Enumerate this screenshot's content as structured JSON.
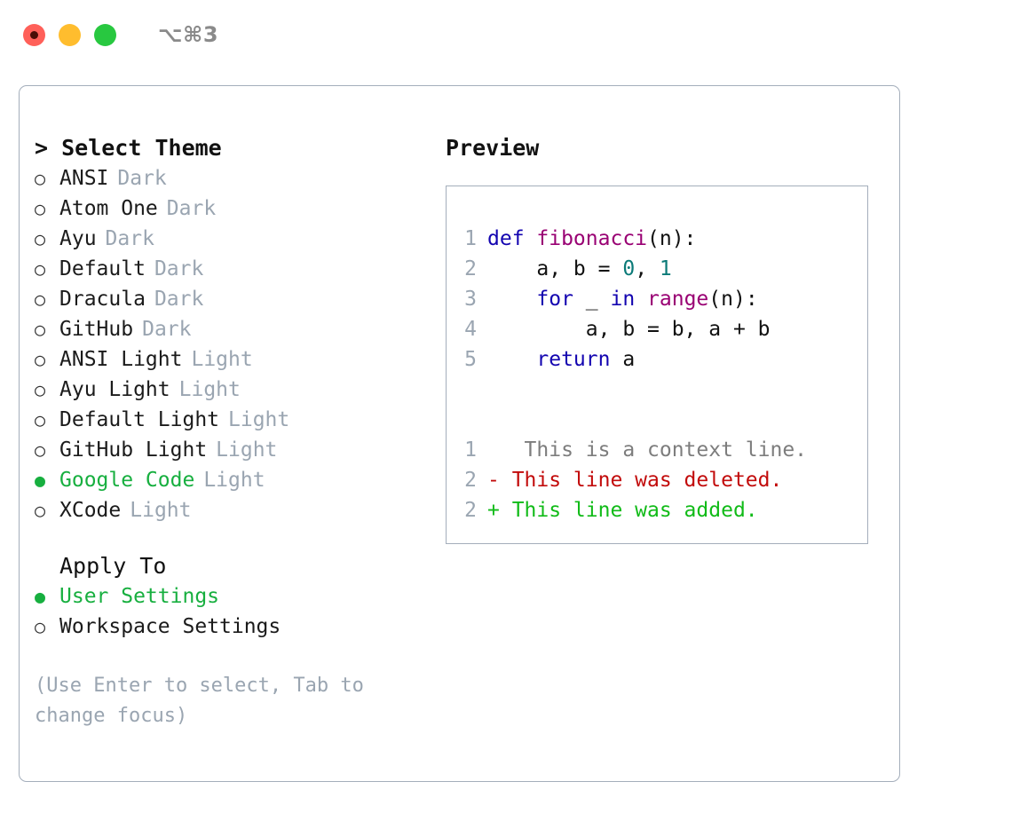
{
  "titlebar": {
    "shortcut": "⌥⌘3",
    "buttons": [
      {
        "name": "close",
        "color": "#ff6059"
      },
      {
        "name": "minimize",
        "color": "#ffbd2e"
      },
      {
        "name": "zoom",
        "color": "#28c840"
      }
    ]
  },
  "theme_picker": {
    "heading": "> Select Theme",
    "bullet_selected": "●",
    "bullet_unselected": "○",
    "options": [
      {
        "label": "ANSI",
        "tag": "Dark",
        "selected": false
      },
      {
        "label": "Atom One",
        "tag": "Dark",
        "selected": false
      },
      {
        "label": "Ayu",
        "tag": "Dark",
        "selected": false
      },
      {
        "label": "Default",
        "tag": "Dark",
        "selected": false
      },
      {
        "label": "Dracula",
        "tag": "Dark",
        "selected": false
      },
      {
        "label": "GitHub",
        "tag": "Dark",
        "selected": false
      },
      {
        "label": "ANSI Light",
        "tag": "Light",
        "selected": false
      },
      {
        "label": "Ayu Light",
        "tag": "Light",
        "selected": false
      },
      {
        "label": "Default Light",
        "tag": "Light",
        "selected": false
      },
      {
        "label": "GitHub Light",
        "tag": "Light",
        "selected": false
      },
      {
        "label": "Google Code",
        "tag": "Light",
        "selected": true
      },
      {
        "label": "XCode",
        "tag": "Light",
        "selected": false
      }
    ]
  },
  "apply_to": {
    "heading": "Apply To",
    "options": [
      {
        "label": "User Settings",
        "selected": true
      },
      {
        "label": "Workspace Settings",
        "selected": false
      }
    ]
  },
  "hint": "(Use Enter to select, Tab to\nchange focus)",
  "preview": {
    "heading": "Preview",
    "code_lines": [
      {
        "num": "1",
        "tokens": [
          {
            "text": "def ",
            "type": "kw"
          },
          {
            "text": "fibonacci",
            "type": "fn"
          },
          {
            "text": "(n):",
            "type": "pl"
          }
        ]
      },
      {
        "num": "2",
        "tokens": [
          {
            "text": "    a, b = ",
            "type": "pl"
          },
          {
            "text": "0",
            "type": "num"
          },
          {
            "text": ", ",
            "type": "pl"
          },
          {
            "text": "1",
            "type": "num"
          }
        ]
      },
      {
        "num": "3",
        "tokens": [
          {
            "text": "    ",
            "type": "pl"
          },
          {
            "text": "for",
            "type": "kw"
          },
          {
            "text": " _ ",
            "type": "pl"
          },
          {
            "text": "in",
            "type": "kw"
          },
          {
            "text": " ",
            "type": "pl"
          },
          {
            "text": "range",
            "type": "fn"
          },
          {
            "text": "(n):",
            "type": "pl"
          }
        ]
      },
      {
        "num": "4",
        "tokens": [
          {
            "text": "        a, b = b, a + b",
            "type": "pl"
          }
        ]
      },
      {
        "num": "5",
        "tokens": [
          {
            "text": "    ",
            "type": "pl"
          },
          {
            "text": "return",
            "type": "kw"
          },
          {
            "text": " a",
            "type": "pl"
          }
        ]
      }
    ],
    "diff_lines": [
      {
        "num": "1",
        "marker": " ",
        "text": "  This is a context line.",
        "kind": "ctx"
      },
      {
        "num": "2",
        "marker": "-",
        "text": " This line was deleted.",
        "kind": "del"
      },
      {
        "num": "2",
        "marker": "+",
        "text": " This line was added.",
        "kind": "add"
      }
    ]
  },
  "colors": {
    "panel_border": "#a4aebb",
    "accent_green": "#17af3f",
    "muted": "#9aa5b1",
    "keyword": "#1304b0",
    "function": "#990073",
    "number": "#0b7a78",
    "diff_context": "#7d7d7d",
    "diff_deleted": "#c20b0b",
    "diff_added": "#11bb18"
  }
}
